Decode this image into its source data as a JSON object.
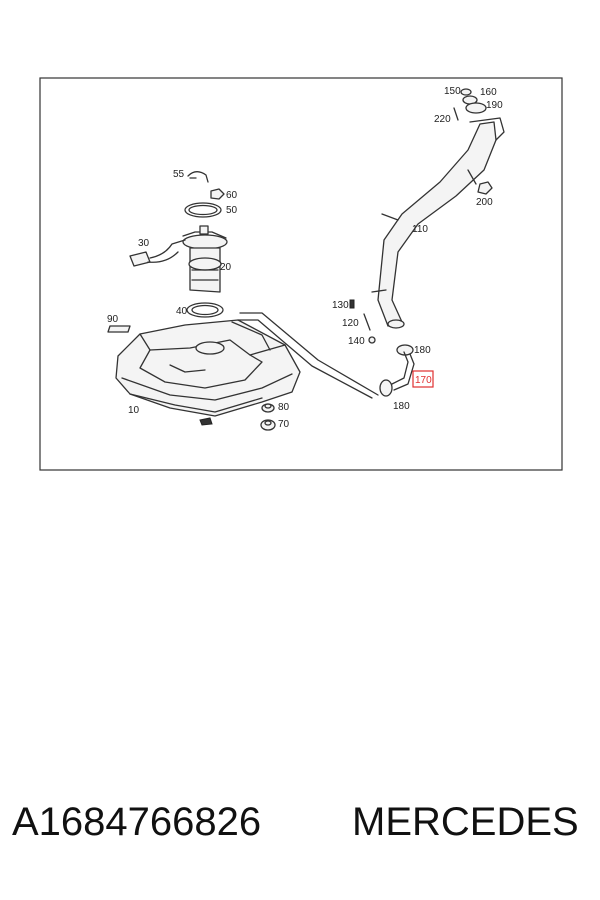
{
  "diagram": {
    "callouts": {
      "c10": "10",
      "c20": "20",
      "c30": "30",
      "c40": "40",
      "c50": "50",
      "c55": "55",
      "c60": "60",
      "c70": "70",
      "c80": "80",
      "c90": "90",
      "c110": "110",
      "c120": "120",
      "c130": "130",
      "c140": "140",
      "c150": "150",
      "c160": "160",
      "c170": "170",
      "c180a": "180",
      "c180b": "180",
      "c190": "190",
      "c200": "200",
      "c220": "220"
    },
    "highlighted_callout": "170",
    "highlight_color": "#e03030",
    "line_color": "#333333"
  },
  "footer": {
    "part_number": "A1684766826",
    "brand": "MERCEDES"
  }
}
